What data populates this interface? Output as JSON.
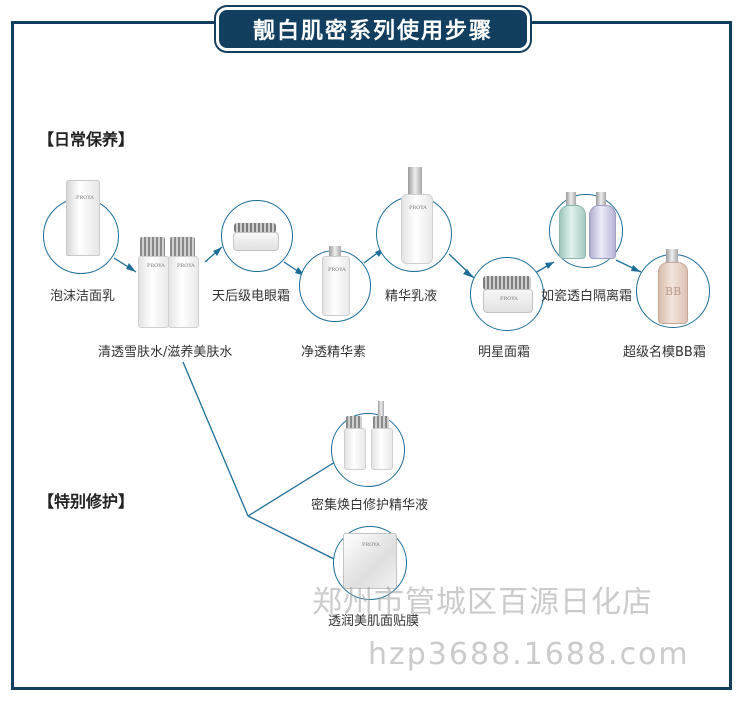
{
  "title": "靓白肌密系列使用步骤",
  "sections": {
    "daily": "【日常保养】",
    "special": "【特别修护】"
  },
  "products": [
    {
      "name": "泡沫洁面乳"
    },
    {
      "name": "清透雪肤水/滋养美肤水"
    },
    {
      "name": "天后级电眼霜"
    },
    {
      "name": "净透精华素"
    },
    {
      "name": "精华乳液"
    },
    {
      "name": "明星面霜"
    },
    {
      "name": "如瓷透白隔离霜"
    },
    {
      "name": "超级名模BB霜"
    },
    {
      "name": "密集焕白修护精华液"
    },
    {
      "name": "透润美肌面贴膜"
    }
  ],
  "brand_text": "PROYA",
  "bb_text": "BB",
  "watermarks": {
    "shop": "郑州市管城区百源日化店",
    "url": "hzp3688.1688.com"
  },
  "colors": {
    "frame": "#123f60",
    "line": "#1d6e98",
    "bracket": "#1f6fa0"
  }
}
